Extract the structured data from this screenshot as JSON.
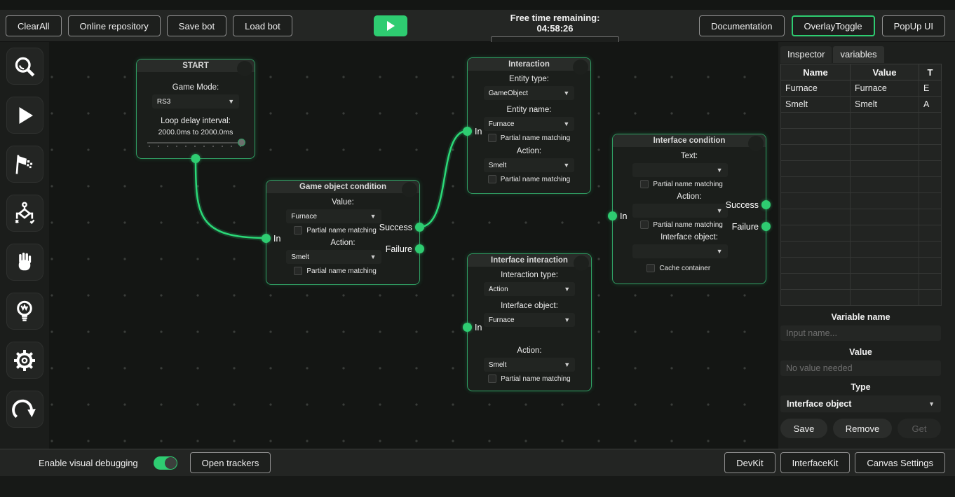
{
  "colors": {
    "accent_green": "#2ecc71",
    "wire_green": "#2bd978",
    "node_border": "#2f9e63"
  },
  "toolbar": {
    "clear_all": "ClearAll",
    "online_repository": "Online repository",
    "save_bot": "Save bot",
    "load_bot": "Load bot",
    "free_time_label": "Free time remaining: 04:58:26",
    "documentation": "Documentation",
    "overlay_toggle": "OverlayToggle",
    "popup_ui": "PopUp UI"
  },
  "sidebar": {
    "icons": [
      "search",
      "play",
      "flag",
      "branch-condition",
      "hand",
      "lightbulb",
      "gear",
      "loop-arrow"
    ]
  },
  "canvas": {
    "nodes": {
      "start": {
        "title": "START",
        "game_mode_label": "Game Mode:",
        "game_mode_value": "RS3",
        "loop_delay_label": "Loop delay interval:",
        "loop_delay_value": "2000.0ms to 2000.0ms"
      },
      "game_object_condition": {
        "title": "Game object condition",
        "value_label": "Value:",
        "value": "Furnace",
        "partial_label": "Partial name matching",
        "action_label": "Action:",
        "action": "Smelt",
        "in_label": "In",
        "success_label": "Success",
        "failure_label": "Failure"
      },
      "interaction": {
        "title": "Interaction",
        "entity_type_label": "Entity type:",
        "entity_type": "GameObject",
        "entity_name_label": "Entity name:",
        "entity_name": "Furnace",
        "partial_label": "Partial name matching",
        "action_label": "Action:",
        "action": "Smelt",
        "in_label": "In"
      },
      "interface_interaction": {
        "title": "Interface interaction",
        "interaction_type_label": "Interaction type:",
        "interaction_type": "Action",
        "interface_object_label": "Interface object:",
        "interface_object": "Furnace",
        "action_label": "Action:",
        "action": "Smelt",
        "partial_label": "Partial name matching",
        "in_label": "In"
      },
      "interface_condition": {
        "title": "Interface condition",
        "text_label": "Text:",
        "text_value": "",
        "partial_label": "Partial name matching",
        "action_label": "Action:",
        "action_value": "",
        "interface_object_label": "Interface object:",
        "interface_object_value": "",
        "cache_label": "Cache container",
        "in_label": "In",
        "success_label": "Success",
        "failure_label": "Failure"
      }
    }
  },
  "inspector_panel": {
    "tabs": [
      "Inspector",
      "variables"
    ],
    "active_tab": "variables",
    "table": {
      "headers": [
        "Name",
        "Value",
        "T"
      ],
      "rows": [
        {
          "name": "Furnace",
          "value": "Furnace",
          "type": "E"
        },
        {
          "name": "Smelt",
          "value": "Smelt",
          "type": "A"
        }
      ],
      "empty_row_count": 12
    },
    "variable_name_label": "Variable name",
    "variable_name_placeholder": "Input name...",
    "value_label": "Value",
    "value_placeholder": "No value needed",
    "type_label": "Type",
    "type_value": "Interface object",
    "save": "Save",
    "remove": "Remove",
    "get": "Get"
  },
  "bottom_bar": {
    "debug_label": "Enable visual debugging",
    "debug_enabled": true,
    "open_trackers": "Open trackers",
    "devkit": "DevKit",
    "interfacekit": "InterfaceKit",
    "canvas_settings": "Canvas Settings"
  }
}
